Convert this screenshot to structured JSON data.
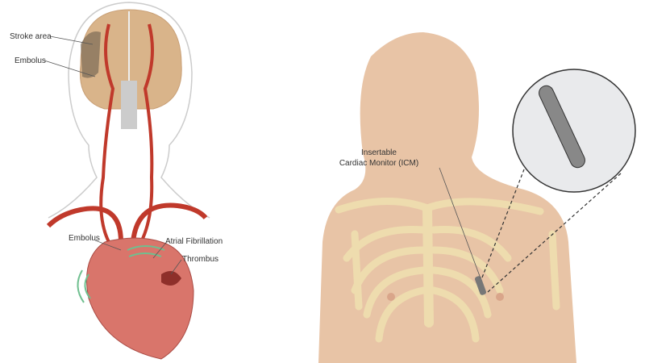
{
  "left_figure": {
    "labels": {
      "stroke_area": "Stroke area",
      "embolus_brain": "Embolus",
      "embolus_heart": "Embolus",
      "atrial_fibrillation": "Atrial Fibrillation",
      "thrombus": "Thrombus"
    }
  },
  "right_figure": {
    "label_line1": "Insertable",
    "label_line2": "Cardiac Monitor (ICM)"
  },
  "colors": {
    "skin": "#e8c4a6",
    "brain": "#d9b48a",
    "artery": "#c0392b",
    "heart": "#d9756b",
    "bone": "#eedcae"
  }
}
